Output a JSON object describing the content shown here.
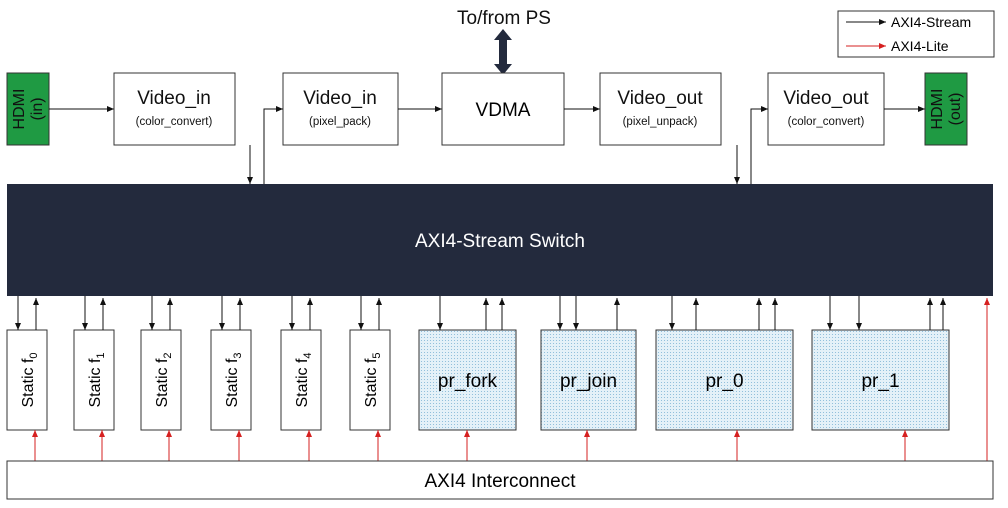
{
  "top_label": "To/from PS",
  "legend": {
    "stream": "AXI4-Stream",
    "lite": "AXI4-Lite"
  },
  "hdmi_in": {
    "line1": "HDMI",
    "line2": "(in)"
  },
  "hdmi_out": {
    "line1": "HDMI",
    "line2": "(out)"
  },
  "blocks": {
    "video_in_cc": {
      "title": "Video_in",
      "sub": "(color_convert)"
    },
    "video_in_pp": {
      "title": "Video_in",
      "sub": "(pixel_pack)"
    },
    "vdma": {
      "title": "VDMA"
    },
    "video_out_pu": {
      "title": "Video_out",
      "sub": "(pixel_unpack)"
    },
    "video_out_cc": {
      "title": "Video_out",
      "sub": "(color_convert)"
    }
  },
  "switch_label": "AXI4-Stream Switch",
  "interconnect_label": "AXI4 Interconnect",
  "static_prefix": "Static f",
  "statics": [
    "0",
    "1",
    "2",
    "3",
    "4",
    "5"
  ],
  "pr": [
    "pr_fork",
    "pr_join",
    "pr_0",
    "pr_1"
  ]
}
